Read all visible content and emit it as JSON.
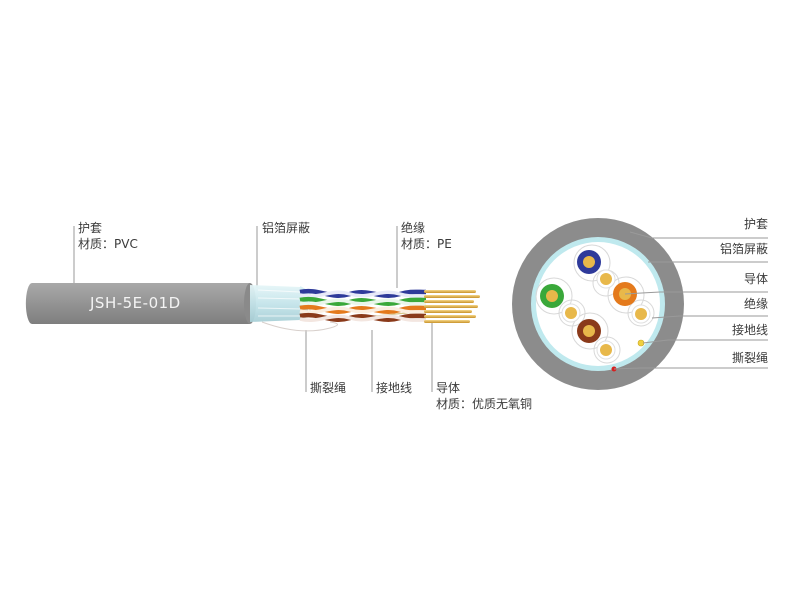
{
  "left_labels": {
    "jacket": {
      "name": "护套",
      "material": "材质：PVC"
    },
    "foil_shield": {
      "name": "铝箔屏蔽"
    },
    "insulation": {
      "name": "绝缘",
      "material": "材质：PE"
    },
    "rip_cord": {
      "name": "撕裂绳"
    },
    "drain_wire": {
      "name": "接地线"
    },
    "conductor": {
      "name": "导体",
      "material": "材质：优质无氧铜"
    }
  },
  "cable_print": "JSH-5E-01D",
  "right_labels": [
    "护套",
    "铝箔屏蔽",
    "导体",
    "绝缘",
    "接地线",
    "撕裂绳"
  ],
  "colors": {
    "jacket": "#8c8c8c",
    "jacket_side": "#9b9b9b",
    "foil": "#bfe9ee",
    "copper": "#e8b84a",
    "pair_blue": "#2e3a9a",
    "pair_green": "#3aa83a",
    "pair_orange": "#e47a1c",
    "pair_brown": "#8a3a1a",
    "ripcord": "#d62020",
    "drain": "#f0d040"
  }
}
